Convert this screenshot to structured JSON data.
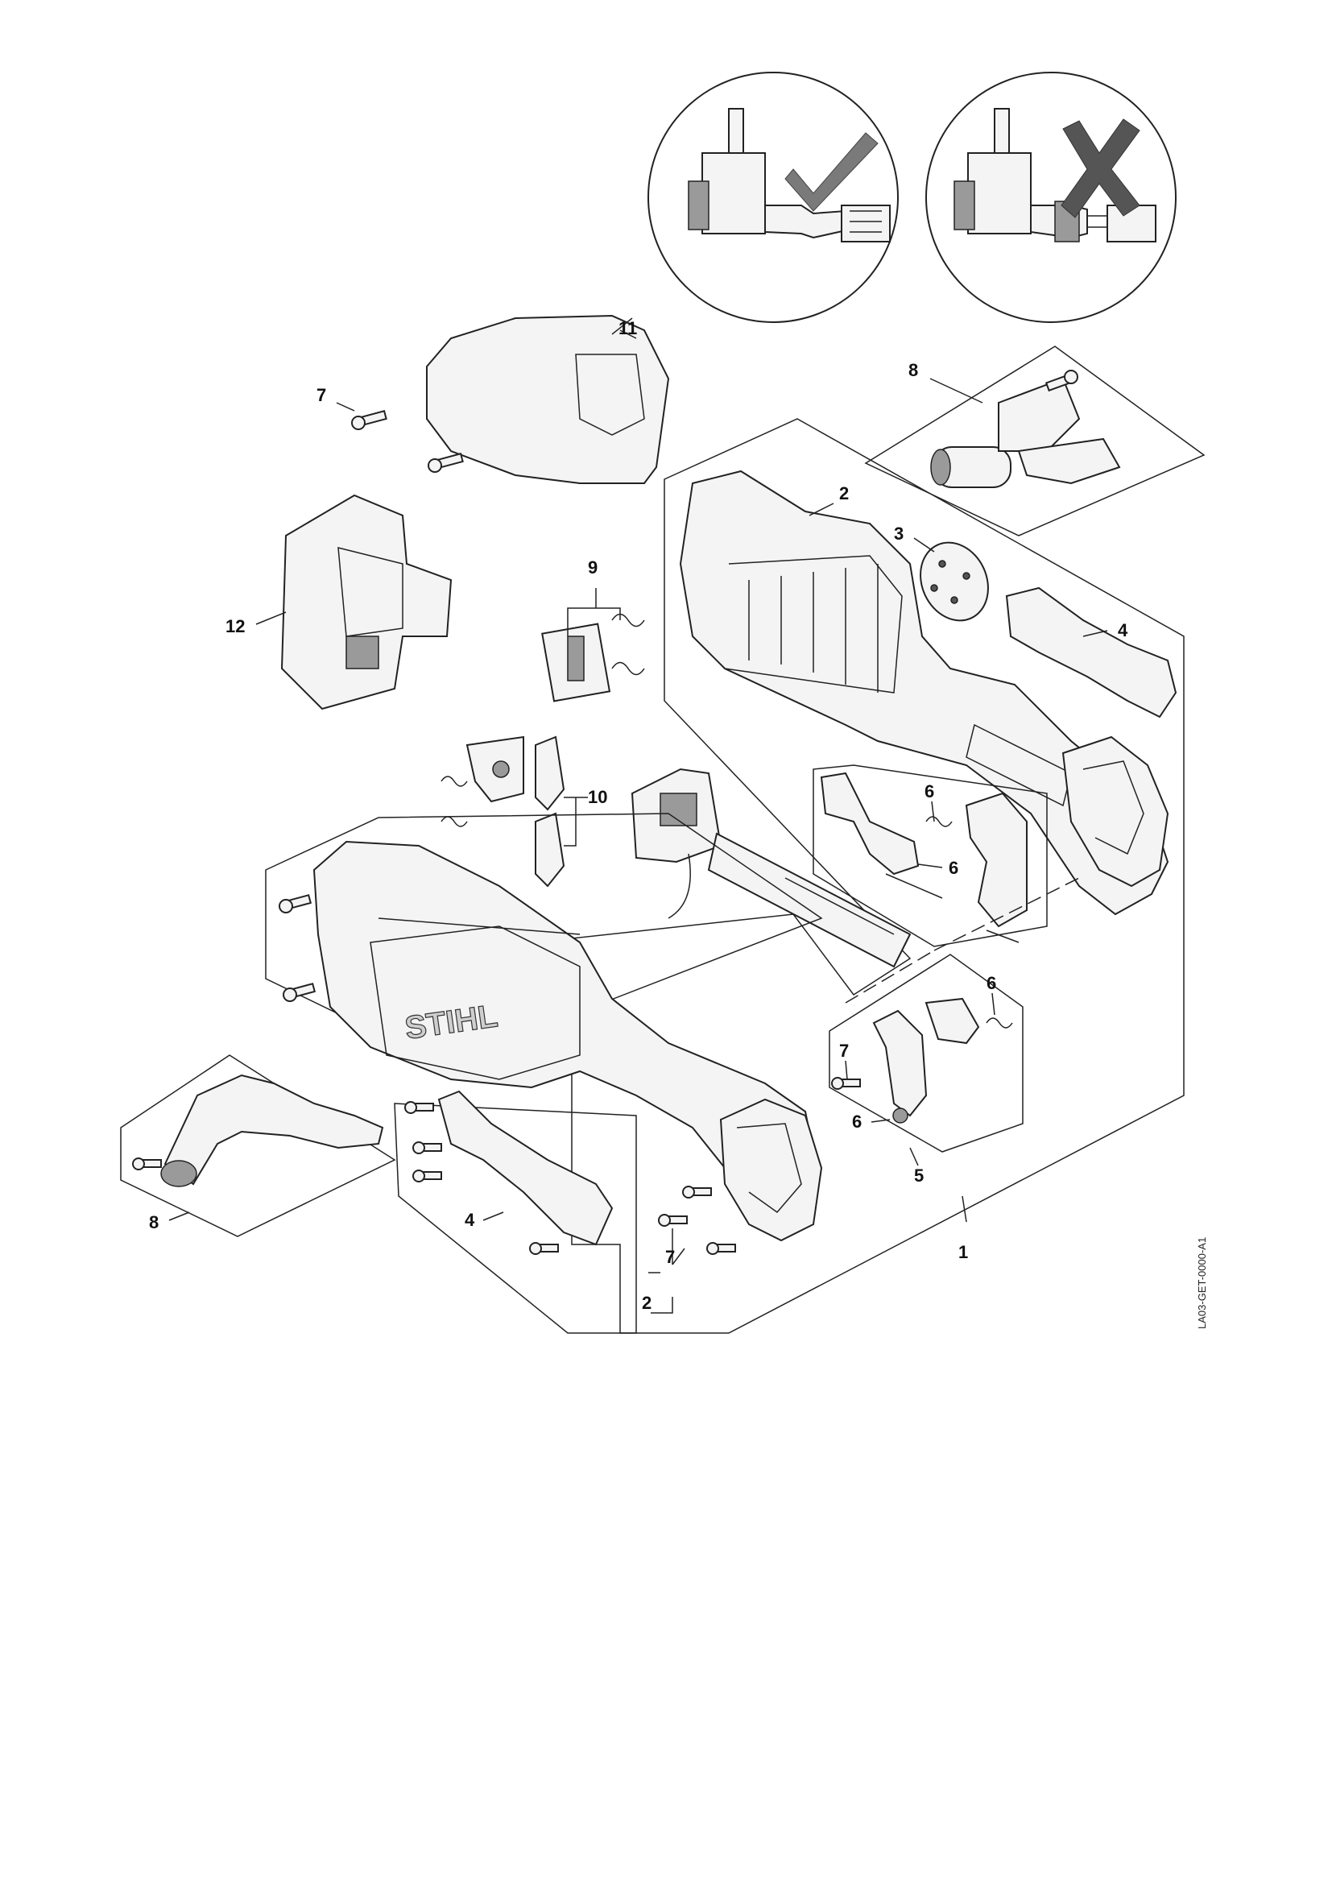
{
  "callouts": {
    "c11": "11",
    "c7a": "7",
    "c8a": "8",
    "c2a": "2",
    "c3": "3",
    "c9": "9",
    "c12": "12",
    "c4a": "4",
    "c10": "10",
    "c6a": "6",
    "c6b": "6",
    "c6c": "6",
    "c7b": "7",
    "c6d": "6",
    "c5": "5",
    "c8b": "8",
    "c4b": "4",
    "c7c": "7",
    "c2b": "2",
    "c1": "1"
  },
  "logo": "STIHL",
  "drawing_ref": "LA03-GET-0000-A1",
  "status_marks": {
    "correct": "check-mark-icon",
    "wrong": "cross-mark-icon"
  },
  "colors": {
    "line": "#222222",
    "mark": "#7a7a7a"
  }
}
